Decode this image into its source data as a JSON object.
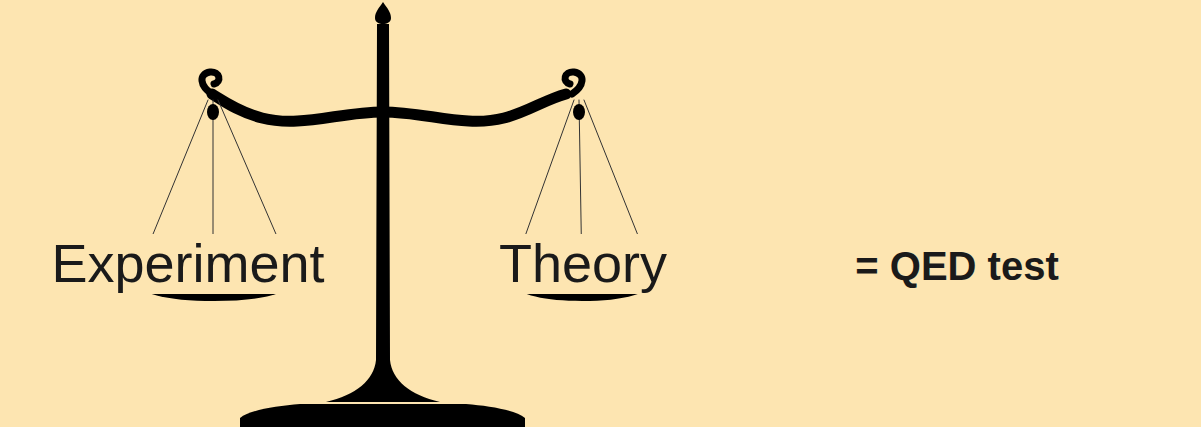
{
  "diagram": {
    "labels": [
      "Experiment",
      "Theory",
      "= QED test"
    ]
  }
}
